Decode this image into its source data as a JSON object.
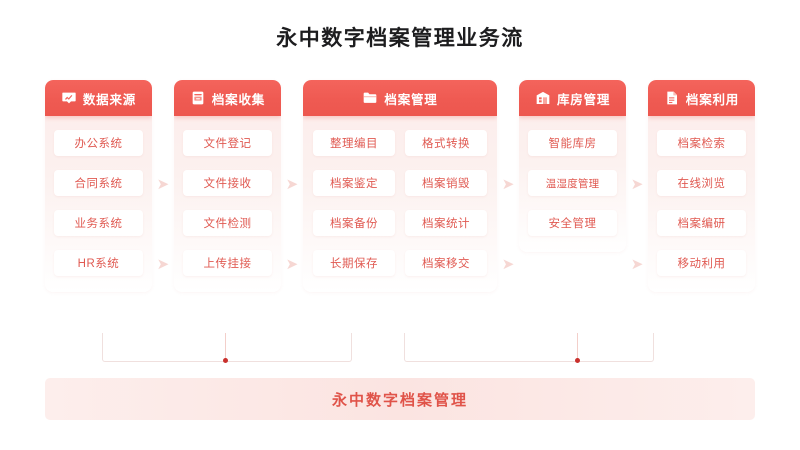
{
  "page": {
    "title": "永中数字档案管理业务流",
    "background_color": "#ffffff",
    "accent_color": "#ed574f",
    "pill_text_color": "#e05a52",
    "column_body_color": "#fdeceb"
  },
  "columns": [
    {
      "id": "data-source",
      "header": "数据来源",
      "icon": "chart-icon",
      "width": "narrow",
      "items": [
        "办公系统",
        "合同系统",
        "业务系统",
        "HR系统"
      ]
    },
    {
      "id": "archive-collection",
      "header": "档案收集",
      "icon": "inbox-icon",
      "width": "narrow",
      "items": [
        "文件登记",
        "文件接收",
        "文件检测",
        "上传挂接"
      ]
    },
    {
      "id": "archive-management",
      "header": "档案管理",
      "icon": "folder-icon",
      "width": "wide",
      "rows": [
        [
          "整理编目",
          "格式转换"
        ],
        [
          "档案鉴定",
          "档案销毁"
        ],
        [
          "档案备份",
          "档案统计"
        ],
        [
          "长期保存",
          "档案移交"
        ]
      ]
    },
    {
      "id": "warehouse-management",
      "header": "库房管理",
      "icon": "warehouse-icon",
      "width": "narrow",
      "items": [
        "智能库房",
        "温湿度管理",
        "安全管理"
      ]
    },
    {
      "id": "archive-utilization",
      "header": "档案利用",
      "icon": "document-icon",
      "width": "narrow",
      "items": [
        "档案检索",
        "在线浏览",
        "档案编研",
        "移动利用"
      ]
    }
  ],
  "connectors": {
    "arrow_glyph": "➤",
    "count": 8
  },
  "footer": {
    "label": "永中数字档案管理"
  }
}
